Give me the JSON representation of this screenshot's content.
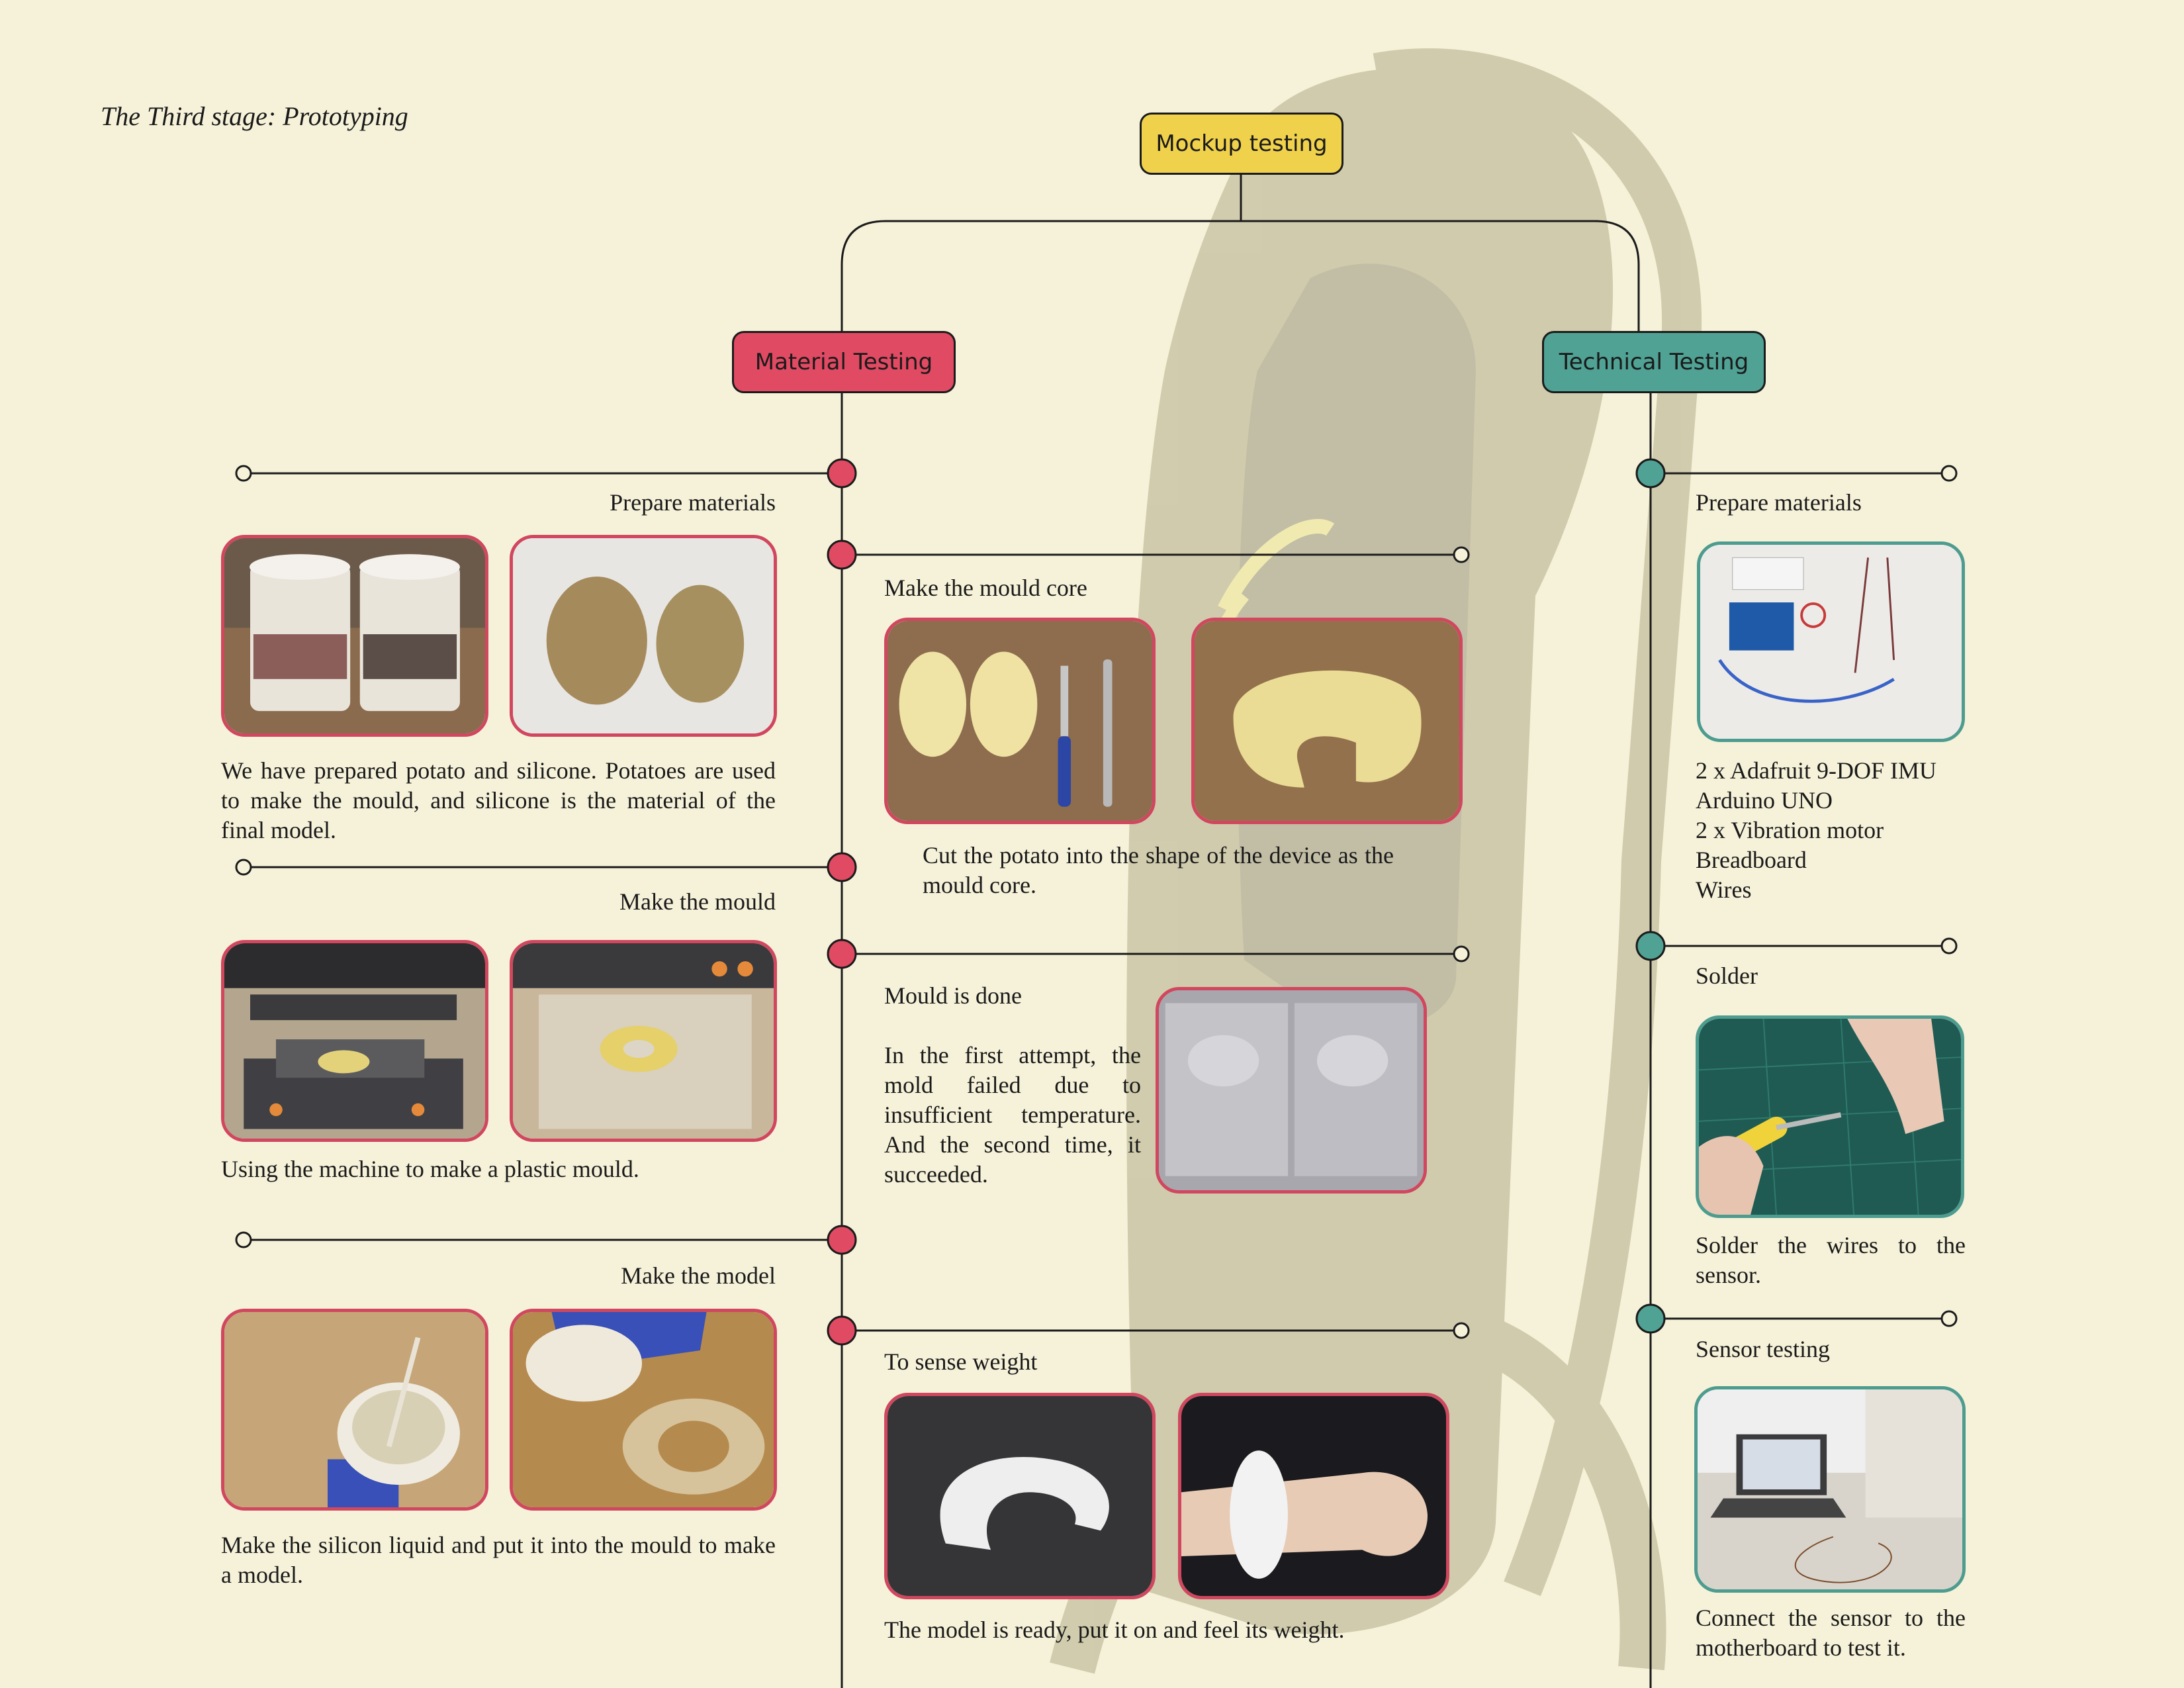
{
  "header": {
    "stage_title": "The Third stage: Prototyping"
  },
  "tree": {
    "root": "Mockup testing",
    "branches": {
      "material": "Material Testing",
      "technical": "Technical Testing"
    }
  },
  "colors": {
    "background": "#f6f2d9",
    "root": "#f0d14c",
    "material": "#e04a62",
    "technical": "#4fa294",
    "line": "#1b1b1b"
  },
  "material": {
    "prepare": {
      "title": "Prepare materials",
      "desc": "We have prepared potato and silicone. Potatoes are used to make the mould, and silicone is the material of the final model.",
      "photos": [
        "silicone-jars-photo",
        "potatoes-photo"
      ]
    },
    "mould": {
      "title": "Make the mould",
      "desc": "Using the machine to make a plastic mould.",
      "photos": [
        "vacuum-former-photo",
        "plastic-mould-photo"
      ]
    },
    "model": {
      "title": "Make the model",
      "desc": "Make the silicon liquid and put it into the mould to make a model.",
      "photos": [
        "silicone-cup-photo",
        "pouring-silicone-photo"
      ]
    },
    "core": {
      "title": "Make the mould core",
      "desc": "Cut the potato into the shape of the device as the mould core.",
      "photos": [
        "cut-potato-tools-photo",
        "potato-core-photo"
      ]
    },
    "done": {
      "title": "Mould is done",
      "desc": "In the first attempt, the mold failed due to insufficient temperature. And the second time, it succeeded.",
      "photos": [
        "finished-mould-photo"
      ]
    },
    "weight": {
      "title": "To sense weight",
      "desc": "The model is ready, put it on and feel its weight.",
      "photos": [
        "silicone-model-photo",
        "model-on-wrist-photo"
      ]
    }
  },
  "technical": {
    "prepare": {
      "title": "Prepare materials",
      "items": [
        "2 x Adafruit 9-DOF IMU",
        "Arduino UNO",
        "2 x Vibration motor",
        "Breadboard",
        "Wires"
      ],
      "photos": [
        "electronics-parts-photo"
      ]
    },
    "solder": {
      "title": "Solder",
      "desc": "Solder the wires to the sensor.",
      "photos": [
        "soldering-photo"
      ]
    },
    "sensor": {
      "title": "Sensor testing",
      "desc": "Connect the sensor to the motherboard to test it.",
      "photos": [
        "sensor-test-photo"
      ]
    }
  }
}
